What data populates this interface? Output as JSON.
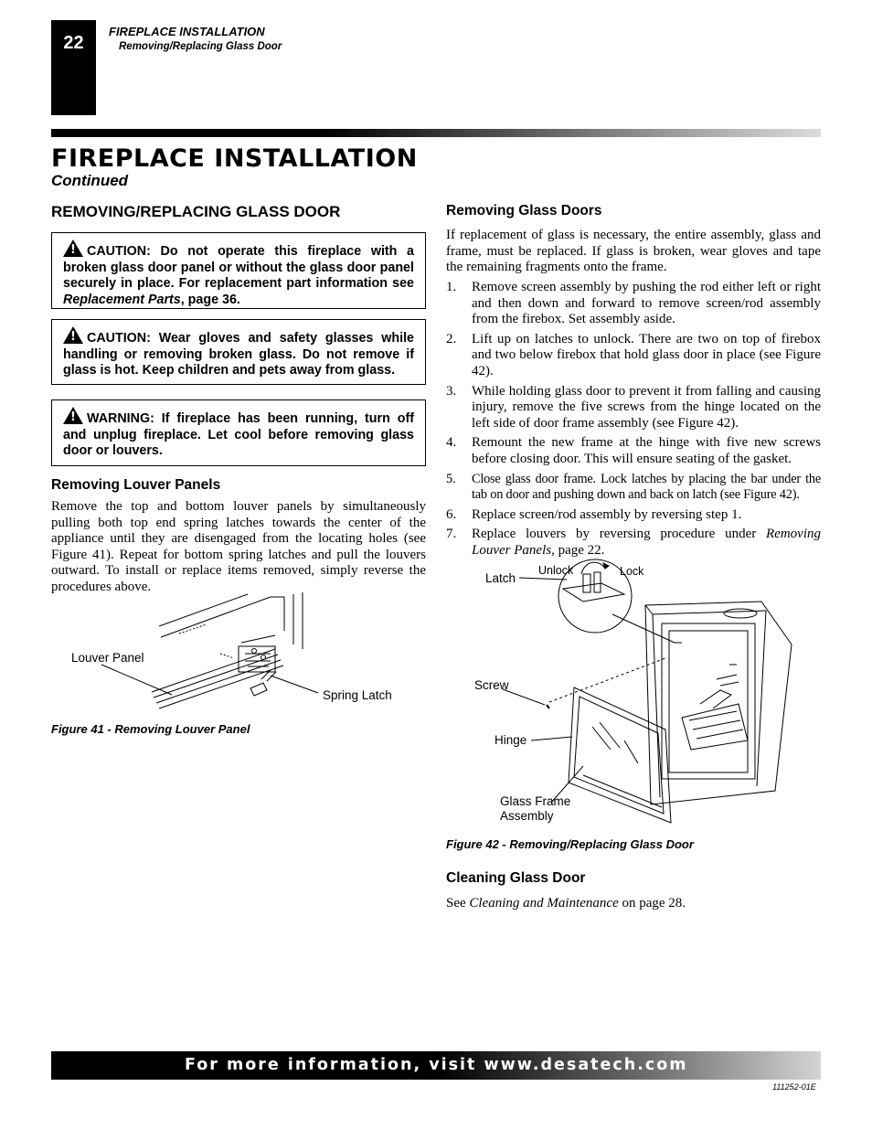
{
  "header": {
    "page_number": "22",
    "section": "FIREPLACE INSTALLATION",
    "subsection": "Removing/Replacing Glass Door"
  },
  "title": "FIREPLACE INSTALLATION",
  "continued": "Continued",
  "left": {
    "heading": "REMOVING/REPLACING GLASS DOOR",
    "caution1": {
      "lead": "CAUTION: Do not operate this fireplace with a broken glass door panel or without the glass door panel securely in place. For replacement part information see ",
      "ref": "Replacement Parts",
      "tail": ", page 36."
    },
    "caution2": "CAUTION: Wear gloves and safety glasses while handling or removing broken glass. Do not remove if glass is hot. Keep children and pets away from glass.",
    "warning": "WARNING: If fireplace has been running, turn off and unplug fireplace. Let cool before removing glass door or louvers.",
    "louver_heading": "Removing Louver Panels",
    "louver_text": "Remove the top and bottom louver panels by simultaneously pulling both top end spring latches towards the center of the appliance until they are disengaged from the locating holes (see Figure 41). Repeat for bottom spring latches and pull the louvers outward. To install or replace items removed, simply reverse the procedures above.",
    "fig41": {
      "label_louver": "Louver Panel",
      "label_spring": "Spring Latch",
      "caption": "Figure 41 - Removing Louver Panel"
    }
  },
  "right": {
    "doors_heading": "Removing Glass Doors",
    "doors_intro": "If replacement of glass is necessary, the entire assembly, glass and frame, must be replaced. If glass is broken, wear gloves and tape the remaining fragments onto the frame.",
    "steps": [
      {
        "num": "1.",
        "text": "Remove screen assembly by pushing the rod either left or right and then down and forward to remove screen/rod assembly from the firebox. Set assembly aside."
      },
      {
        "num": "2.",
        "text": "Lift up on latches to unlock. There are two on top of firebox and two below firebox that hold glass door in place (see Figure 42)."
      },
      {
        "num": "3.",
        "text": "While holding glass door to prevent it from falling and causing injury, remove the five screws from the hinge located on the left side of door frame assembly (see Figure 42)."
      },
      {
        "num": "4.",
        "text": "Remount the new frame at the hinge with five new screws before closing door. This will ensure seating of the gasket."
      },
      {
        "num": "5.",
        "text": "Close glass door frame. Lock latches by placing the bar under the tab on door and pushing down and back on latch (see Figure 42)."
      },
      {
        "num": "6.",
        "text": "Replace screen/rod assembly by reversing step 1."
      }
    ],
    "step7": {
      "num": "7.",
      "lead": "Replace louvers by reversing procedure under ",
      "ref": "Removing Louver Panels,",
      "tail": " page 22."
    },
    "fig42": {
      "label_latch": "Latch",
      "label_unlock": "Unlock",
      "label_lock": "Lock",
      "label_screw": "Screw",
      "label_hinge": "Hinge",
      "label_frame_1": "Glass Frame",
      "label_frame_2": "Assembly",
      "caption": "Figure 42 - Removing/Replacing Glass Door"
    },
    "cleaning_heading": "Cleaning Glass Door",
    "cleaning": {
      "lead": "See ",
      "ref": "Cleaning and Maintenance",
      "tail": " on page 28."
    }
  },
  "footer": {
    "text": "For more information, visit www.desatech.com",
    "doc_number": "111252-01E"
  }
}
